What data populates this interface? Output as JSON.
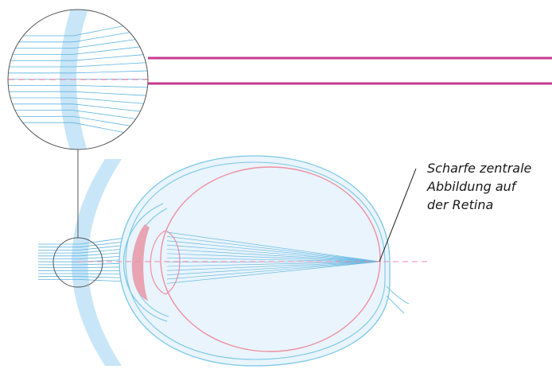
{
  "annotation": {
    "lines": [
      "Scharfe zentrale",
      "Abbildung auf",
      "der Retina"
    ]
  },
  "colors": {
    "ray": "#5db4e0",
    "lens_fill": "#c8e6f7",
    "eye_outline": "#7cc7e6",
    "retina": "#ee8fa0",
    "axis": "#f08aa8",
    "accent_bar": "#c63a8e",
    "eye_fill": "#e9f4fc",
    "crystalline_lens": "#e8a4b2",
    "outline": "#555555"
  }
}
